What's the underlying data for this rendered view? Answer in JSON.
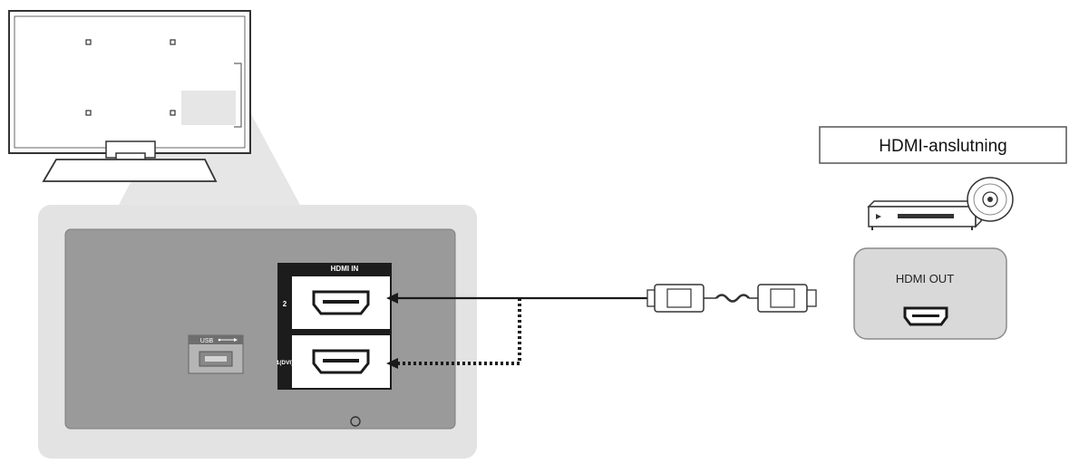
{
  "connection": {
    "title": "HDMI-anslutning"
  },
  "tv_panel": {
    "hdmi_in_label": "HDMI IN",
    "port_2_label": "2",
    "port_1_label": "1(DVI)",
    "usb_label": "USB"
  },
  "device": {
    "hdmi_out_label": "HDMI OUT"
  },
  "colors": {
    "panel_outer": "#e3e3e3",
    "panel_inner": "#9a9a9a",
    "line": "#1a1a1a"
  },
  "icons": {
    "tv": "tv-back-icon",
    "player": "blu-ray-player-icon",
    "disc": "disc-icon",
    "usb": "usb-icon",
    "cable": "hdmi-cable-icon"
  }
}
